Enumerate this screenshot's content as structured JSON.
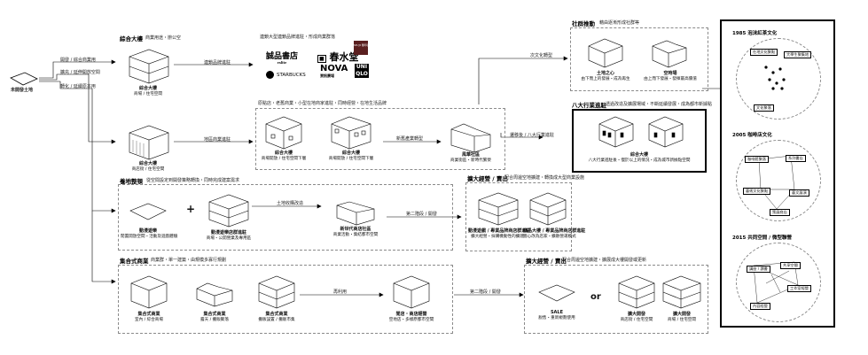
{
  "origin": {
    "label": "未開發土地"
  },
  "branches": {
    "b1": "開發 / 綜合商業用",
    "b2": "擴充 / 延伸開放空間",
    "b3": "轉化 / 延續原本用"
  },
  "sections": {
    "complex_mall": {
      "title": "綜合大樓",
      "subtitle": "商業用途・辦公空"
    },
    "open_ground": {
      "title": "養地整頓",
      "subtitle": "從空間設定到開發策略轉換・同時完成建案需求"
    },
    "collective": {
      "title": "集合式商業",
      "subtitle": "商業群・單一建築・由規模多寡行規劃"
    },
    "social": {
      "title": "社群推動",
      "subtitle": "藉由逐漸形成社群等"
    },
    "eight_line": {
      "title": "八大行業進駐",
      "subtitle": "透過改造及擴展場域・不斷延續發展・成為都市新據點"
    },
    "expand1": {
      "title": "擴大經營 / 賣出",
      "subtitle": "配合周邊空地擴建・轉換成大型商業設施"
    },
    "expand2": {
      "title": "擴大經營 / 賣出",
      "subtitle": "配合周邊空地擴建・擴展成大樓開發或更新"
    }
  },
  "flow": {
    "brand_intro": "連鎖品牌進駐",
    "brand_note": "連鎖大型連鎖品牌進駐・形成商業群落",
    "local_shops": "地區商業進駐",
    "local_note": "原點店・老舊商業・小型在地商家進駐・同時經營・在地生活品牌",
    "newgen": "新舊產業轉型",
    "culture": "次文化轉型",
    "eight_move": "遷移後 / 八大行業進駐",
    "land_stock": "土地收購改造",
    "second_use": "第二階段 / 開發",
    "plan_reuse": "再利用",
    "second_use2": "第二階段 / 開發"
  },
  "logos": {
    "eslite": "誠品書店",
    "eslite_sub": "eslite",
    "chunshui": "春水堂",
    "starbucks": "STARBUCKS",
    "nova": "NOVA",
    "nova_sub": "資訊廣場",
    "uniqlo": "UNI QLO",
    "muji": "MUJI 無印良品"
  },
  "captions": {
    "c1": {
      "title": "綜合大樓",
      "sub": "商場 / 住宅空間"
    },
    "c2": {
      "title": "綜合大樓",
      "sub": "商店街 / 住宅空間"
    },
    "c3": {
      "title": "綜合大樓",
      "sub": "商場開放 / 住宅空間下層"
    },
    "c4": {
      "title": "綜合大樓",
      "sub": "商場開放 / 住宅空間下層"
    },
    "c5": {
      "title": "風華社區",
      "sub": "商業街區・新時代繁榮"
    },
    "c6": {
      "title": "動漫遊樂",
      "sub": "閒置開放空間・活動及遊戲體驗"
    },
    "c7": {
      "title": "動漫遊樂店群進駐",
      "sub": "商場・公開營業及專用區"
    },
    "c8": {
      "title": "新世代商店社區",
      "sub": "商業活動・集結都市空間"
    },
    "c9": {
      "title": "動漫遊戲 / 專業品牌商店群進駐",
      "sub": "擴大經營・採購機動性的擴建"
    },
    "c10": {
      "title": "商品大樓 / 專業品牌商店群進駐",
      "sub": "圖心改為店家・擴散營運模式"
    },
    "c11": {
      "title": "集合式商業",
      "sub": "室內 / 綜合商場"
    },
    "c12": {
      "title": "集合式商業",
      "sub": "露天 / 攤販聚落"
    },
    "c13": {
      "title": "集合式商業",
      "sub": "攤販設置 / 攤販市集"
    },
    "c14": {
      "title": "閒店・商店經營",
      "sub": "空地店・多樣原都市空間"
    },
    "c15": {
      "title": "SALE",
      "sub": "脫售・重新規劃使用"
    },
    "c16": {
      "title": "擴大開發",
      "sub": "商店街 / 住宅空間"
    },
    "c17": {
      "title": "擴大開發",
      "sub": "商場 / 住宅空間"
    },
    "c18": {
      "title": "土地之心",
      "sub": "由下而上的發展・成為再生"
    },
    "c19": {
      "title": "空時場",
      "sub": "由上而下發展・發揮最高價值"
    },
    "c20": {
      "title": "綜合大樓",
      "sub": "八大行業進駐後・慢於以上的情況・成為城市新據點空間"
    }
  },
  "or_label": "or",
  "culture_panels": {
    "p1": {
      "title": "1985 泡沫紅茶文化",
      "nodes": [
        "在地文化聚點",
        "大學生聚集地",
        "文化聚落"
      ]
    },
    "p2": {
      "title": "2005 咖啡店文化",
      "nodes": [
        "咖啡館聚落",
        "系列書店",
        "藝術文化聚點",
        "藝文展演",
        "策展商店"
      ]
    },
    "p3": {
      "title": "2015 共同空間 / 微型聯營",
      "nodes": [
        "講座 / 讀書",
        "共享空間",
        "工作室經營",
        "內容經營"
      ]
    }
  }
}
